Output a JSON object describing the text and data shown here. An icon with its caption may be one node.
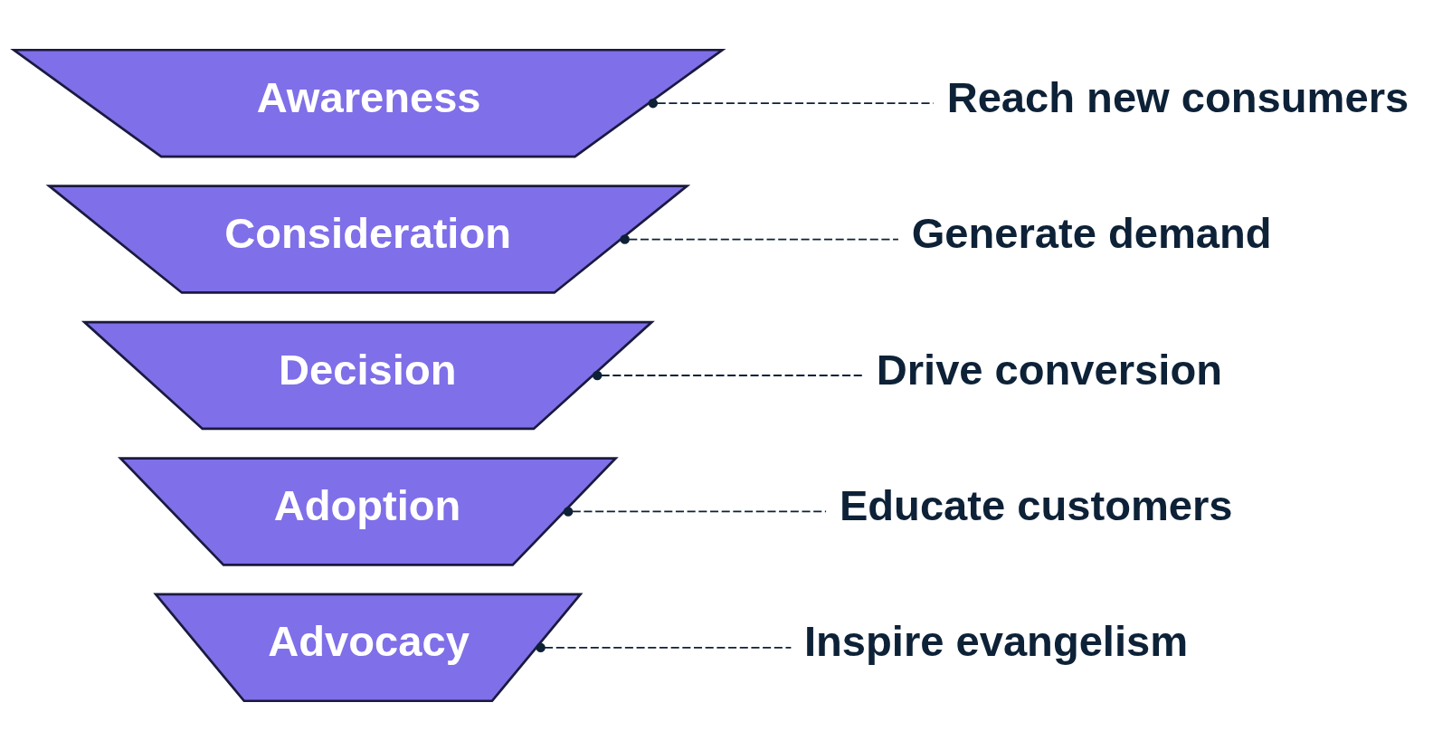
{
  "diagram": {
    "nodes": [
      {
        "text": [
          "Awareness"
        ]
      },
      {
        "text": [
          "Reach new consumers"
        ]
      },
      {
        "text": [
          "Consideration"
        ]
      },
      {
        "text": [
          "Generate demand"
        ]
      },
      {
        "text": [
          "Decision"
        ]
      },
      {
        "text": [
          "Drive conversion"
        ]
      },
      {
        "text": [
          "Adoption"
        ]
      },
      {
        "text": [
          "Educate customers"
        ]
      },
      {
        "text": [
          "Advocacy"
        ]
      },
      {
        "text": [
          "Inspire evangelism"
        ]
      }
    ],
    "edges": [
      {
        "from": 0,
        "to": 1,
        "arrow": "other",
        "style": "dashed"
      },
      {
        "from": 2,
        "to": 3,
        "arrow": "other",
        "style": "dashed"
      },
      {
        "from": 4,
        "to": 5,
        "arrow": "other",
        "style": "dashed"
      },
      {
        "from": 6,
        "to": 7,
        "arrow": "other",
        "style": "dashed"
      },
      {
        "from": 8,
        "to": 9,
        "arrow": "other",
        "style": "dashed"
      }
    ]
  }
}
